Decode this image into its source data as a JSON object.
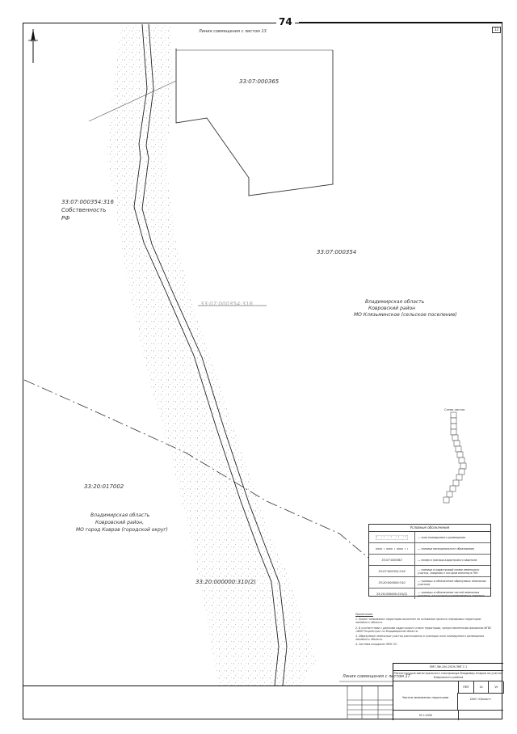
{
  "page_number": "74",
  "sheet_corner": "12",
  "labels": {
    "match_top": "Линия совмещения с листом 13",
    "match_bottom": "Линия совмещения с листом 17",
    "parcel_365": "33:07:000365",
    "parcel_354_316": "33:07:000354:316",
    "ownership": "Собственность",
    "ownership_rf": "РФ",
    "parcel_354": "33:07:000354",
    "region_right_1": "Владимирская область",
    "region_right_2": "Ковровский район",
    "region_right_3": "МО Клязьминское (сельское поселение)",
    "parcel_017002": "33:20:017002",
    "region_left_1": "Владимирская область",
    "region_left_2": "Ковровский район,",
    "region_left_3": "МО город Ковров (городской округ)",
    "parcel_bottom": "33:20:000000:310(2)",
    "road_label": "33:07:000354:316",
    "key_map_title": "Схема листов"
  },
  "legend": {
    "title": "Условные обозначения",
    "rows": [
      {
        "symbol": "",
        "text": "— зона планируемого размещения"
      },
      {
        "symbol": "",
        "text": "— граница муниципального образования"
      },
      {
        "symbol": "33:07:000365",
        "text": "— номер и граница кадастрового квартала"
      },
      {
        "symbol": "33:07:000354:316",
        "text": "— граница и кадастровый номер земельного участка, сведения о котором внесены в ГКН"
      },
      {
        "symbol": "33:20:000000:310",
        "text": "— границы и обозначение образуемых земельных участков"
      },
      {
        "symbol": "33:20:000000:310(2)",
        "text": "— границы и обозначение частей земельных участков, на которые устанавливается сервитут"
      }
    ]
  },
  "notes": [
    "Примечание:",
    "1. Проект межевания территории выполнен на основании проекта планировки территории линейного объекта.",
    "2. В соответствии с данными кадастрового плана территории, предоставленными филиалом ФГБУ «ФКП Росреестра» по Владимирской области.",
    "3. Образуемые земельные участки расположены в границах зоны планируемого размещения линейного объекта.",
    "4. Система координат МСК-33."
  ],
  "title_block": {
    "code": "ПМТ.ЛФ.100.2019-ПМТ.Т.1",
    "description": "Реконструкция магистрального газопровода Владимир–Ковров на участке Ковровского района",
    "stage": "ПМТ",
    "sheet": "14",
    "sheets": "19",
    "sheet_name": "Чертеж межевания территории",
    "organization": "ООО «Проект»",
    "scale": "М 1:1000"
  },
  "colors": {
    "ink": "#222222",
    "stipple": "#777777",
    "paper": "#ffffff"
  }
}
